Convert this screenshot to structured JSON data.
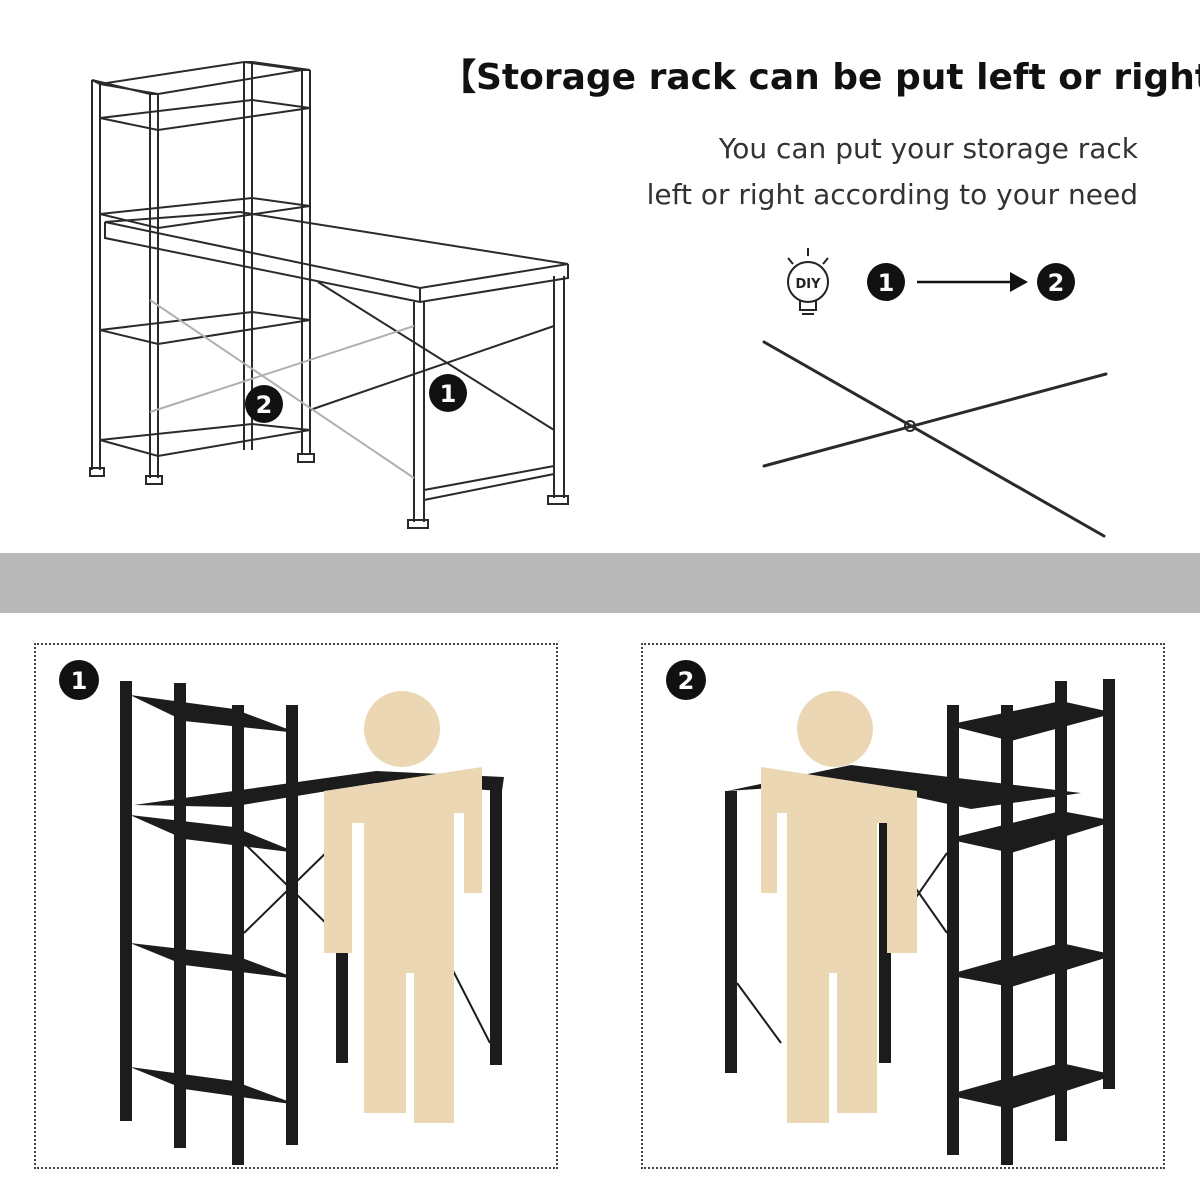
{
  "headline": "【Storage rack can be put left or right】",
  "subtitle_line1": "You can put your storage rack",
  "subtitle_line2": "left or right according to your need",
  "diy_label": "DIY",
  "step_markers": {
    "from": "1",
    "to": "2"
  },
  "diagram_markers": [
    "1",
    "2"
  ],
  "panels": [
    {
      "marker": "1",
      "rack_side": "left"
    },
    {
      "marker": "2",
      "rack_side": "right"
    }
  ],
  "colors": {
    "band": "#b9b9b9",
    "desk_black": "#1c1c1c",
    "figure_skin": "#ecd7b4",
    "line_drawing": "#2a2a2a",
    "marker_fill": "#111111"
  },
  "icons": [
    "diy-bulb-icon",
    "arrow-right-icon"
  ]
}
